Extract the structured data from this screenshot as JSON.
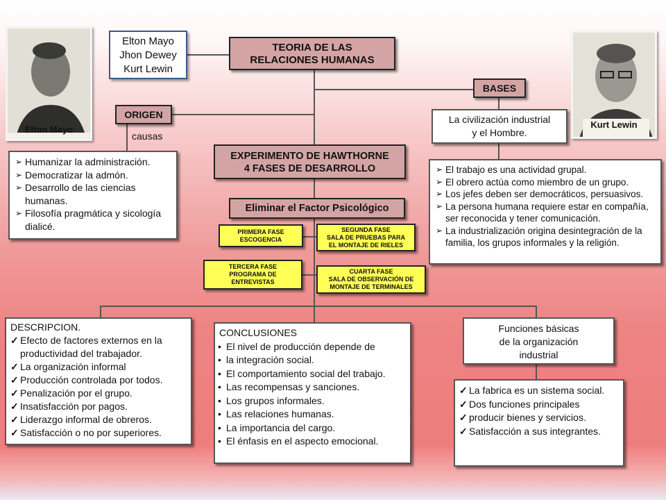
{
  "people_box": {
    "names": [
      "Elton Mayo",
      "Jhon Dewey",
      "Kurt Lewin"
    ]
  },
  "title": {
    "line1": "TEORIA  DE LAS",
    "line2": "RELACIONES HUMANAS"
  },
  "photo_left": {
    "caption": "Elton Mayo"
  },
  "photo_right": {
    "caption": "Kurt Lewin"
  },
  "bases": {
    "label": "BASES",
    "text": "La civilización industrial\ny el Hombre.",
    "items": [
      "El trabajo es una actividad grupal.",
      "El obrero actúa como miembro de un grupo.",
      "Los jefes deben ser democráticos, persuasivos.",
      "La persona humana requiere estar  en compañía, ser reconocida y tener comunicación.",
      "La industrialización origina desintegración de la familia, los grupos informales y la religión."
    ]
  },
  "origen": {
    "label": "ORIGEN",
    "causas": "causas",
    "items": [
      "Humanizar la administración.",
      "Democratizar la admón.",
      "Desarrollo de las ciencias humanas.",
      "Filosofía pragmática y sicología dialicé."
    ]
  },
  "experimento": {
    "line1": "EXPERIMENTO DE HAWTHORNE",
    "line2": "4 FASES DE DESARROLLO"
  },
  "eliminar": "Eliminar el Factor Psicológico",
  "fases": [
    {
      "text": "PRIMERA FASE\nESCOGENCIA"
    },
    {
      "text": "SEGUNDA FASE\nSALA DE PRUEBAS PARA\nEL MONTAJE  DE RIELES"
    },
    {
      "text": "TERCERA FASE\nPROGRAMA DE\nENTREVISTAS"
    },
    {
      "text": "CUARTA FASE\nSALA DE OBSERVACIÓN  DE\nMONTAJE DE TERMINALES"
    }
  ],
  "descripcion": {
    "title": "DESCRIPCION.",
    "items": [
      "Efecto de factores externos en la productividad del trabajador.",
      "La organización informal",
      "Producción controlada por todos.",
      "Penalización por el grupo.",
      "Insatisfacción por pagos.",
      "Liderazgo informal de obreros.",
      "Satisfacción o no por superiores."
    ]
  },
  "conclusiones": {
    "title": "CONCLUSIONES",
    "items": [
      "El nivel de producción depende  de",
      "la integración social.",
      "El comportamiento social del trabajo.",
      "Las recompensas y sanciones.",
      "Los grupos informales.",
      "Las relaciones humanas.",
      "La importancia del cargo.",
      "El énfasis en el aspecto emocional."
    ]
  },
  "funciones": {
    "title": "Funciones básicas\nde la organización\nindustrial",
    "items": [
      "La fabrica es un sistema social.",
      "Dos funciones principales",
      "producir bienes y servicios.",
      "Satisfacción a sus integrantes."
    ]
  }
}
